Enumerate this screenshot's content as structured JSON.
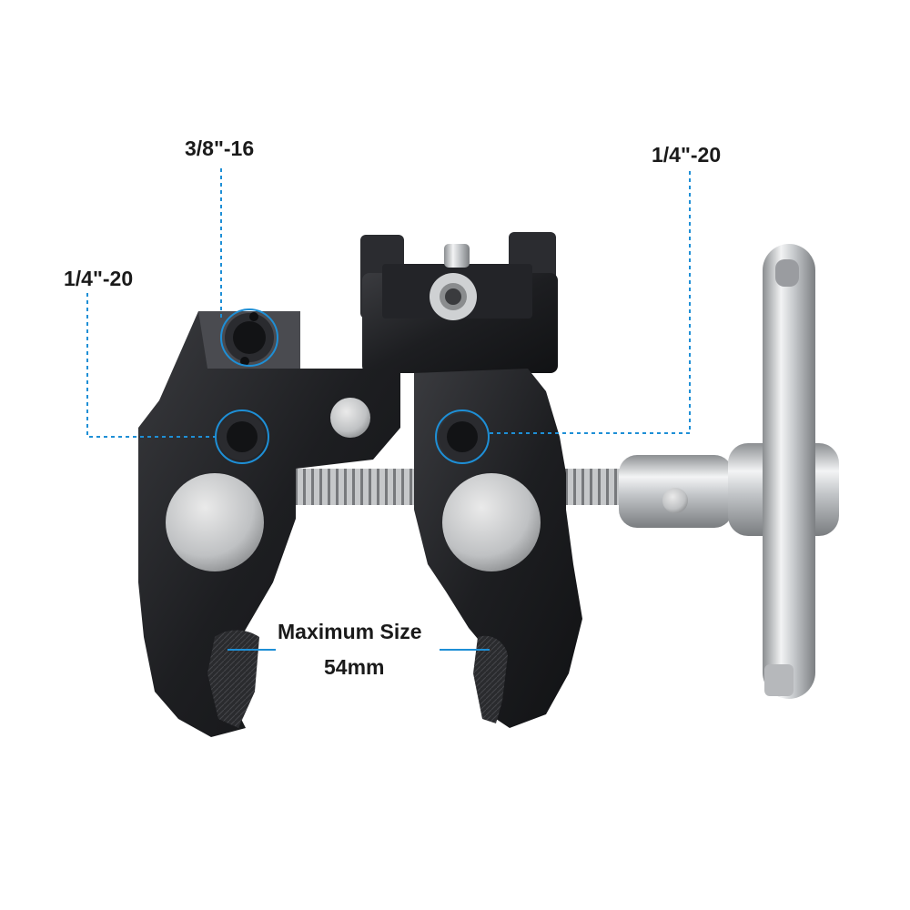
{
  "annotations": {
    "thread_top": "3/8\"-16",
    "thread_left": "1/4\"-20",
    "thread_right": "1/4\"-20",
    "capacity_title": "Maximum Size",
    "capacity_value": "54mm"
  },
  "colors": {
    "callout_blue": "#1e8fd6",
    "clamp_body": "#1f1f22",
    "steel": "#c9cbcd"
  }
}
